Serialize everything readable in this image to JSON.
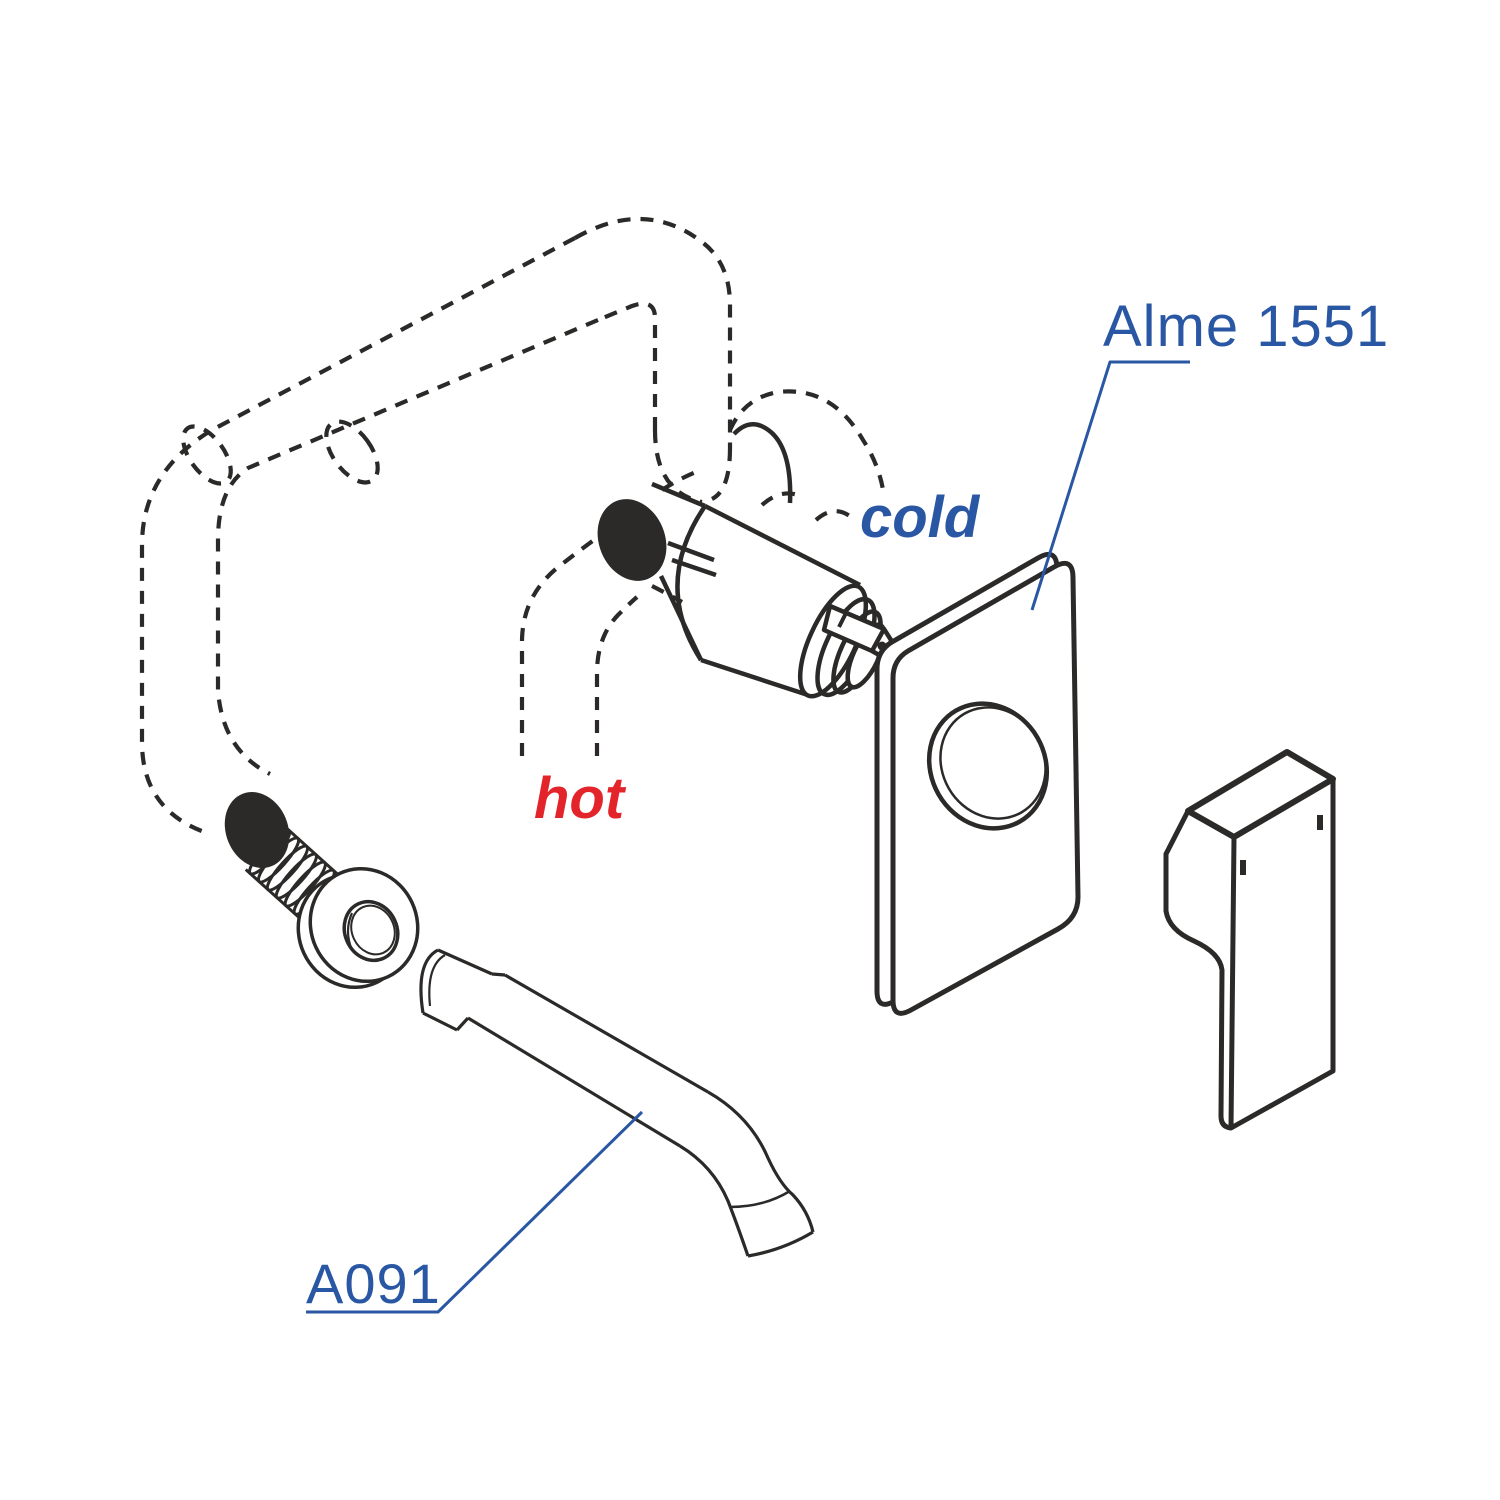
{
  "diagram": {
    "labels": {
      "plate_model": "Alme 1551",
      "spout_model": "A091",
      "cold": "cold",
      "hot": "hot"
    },
    "colors": {
      "line": "#2b2a29",
      "label_blue": "#2a57a3",
      "hot_red": "#e3242b",
      "background": "#ffffff"
    }
  }
}
